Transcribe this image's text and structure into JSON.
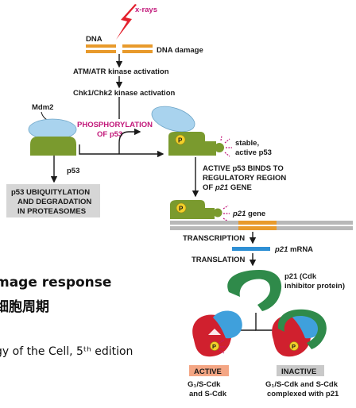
{
  "diagram": {
    "xrays": "x-rays",
    "dna": "DNA",
    "dna_damage": "DNA damage",
    "atm": "ATM/ATR kinase activation",
    "chk": "Chk1/Chk2 kinase activation",
    "mdm2": "Mdm2",
    "phos_line1": "PHOSPHORYLATION",
    "phos_line2": "OF p53",
    "p53": "p53",
    "p": "P",
    "stable_line1": "stable,",
    "stable_line2": "active p53",
    "ubiq_line1": "p53 UBIQUITYLATION",
    "ubiq_line2": "AND DEGRADATION",
    "ubiq_line3": "IN PROTEASOMES",
    "binds_line1": "ACTIVE p53 BINDS TO",
    "binds_line2": "REGULATORY REGION",
    "binds_line3_a": "OF ",
    "binds_line3_b": "p21",
    "binds_line3_c": " GENE",
    "p21_gene_a": "p21",
    "p21_gene_b": " gene",
    "transcription": "TRANSCRIPTION",
    "p21_mrna_a": "p21",
    "p21_mrna_b": " mRNA",
    "translation": "TRANSLATION",
    "p21_prot_line1": "p21 (Cdk",
    "p21_prot_line2": "inhibitor protein)",
    "active": "ACTIVE",
    "inactive": "INACTIVE",
    "active_sub1": "G₁/S-Cdk",
    "active_sub2": "and S-Cdk",
    "inactive_sub1": "G₁/S-Cdk and S-Cdk",
    "inactive_sub2": "complexed with p21"
  },
  "slide": {
    "title_line1": "mage response",
    "title_line2": "细胞周期",
    "citation": "gy of the Cell, 5ᵗʰ edition"
  },
  "colors": {
    "p53_green": "#7a9a2e",
    "mdm2_blue": "#a9d3ee",
    "phospho_yellow": "#f2d02a",
    "dna_orange": "#e89a2c",
    "mrna_blue": "#2e8fd4",
    "p21_green": "#2f8a4a",
    "cdk_red": "#d0202e",
    "cyclin_blue": "#3fa0dc",
    "active_box": "#f4a684",
    "inactive_box": "#c9c9c9",
    "ubiq_box": "#d6d6d6",
    "lightning": "#e3202c",
    "pink_text": "#c2187a"
  }
}
